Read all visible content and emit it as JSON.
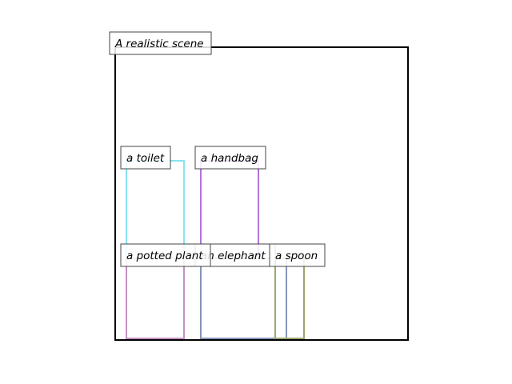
{
  "scene": {
    "label": "A realistic scene",
    "frame_color": "#000000"
  },
  "objects": [
    {
      "label": "a toilet",
      "color": "#88e3ef"
    },
    {
      "label": "a handbag",
      "color": "#b174dc"
    },
    {
      "label": "a potted plant",
      "color": "#c391c2"
    },
    {
      "label": "an elephant",
      "color": "#8595b8"
    },
    {
      "label": "a spoon",
      "color": "#9ba86e"
    }
  ]
}
